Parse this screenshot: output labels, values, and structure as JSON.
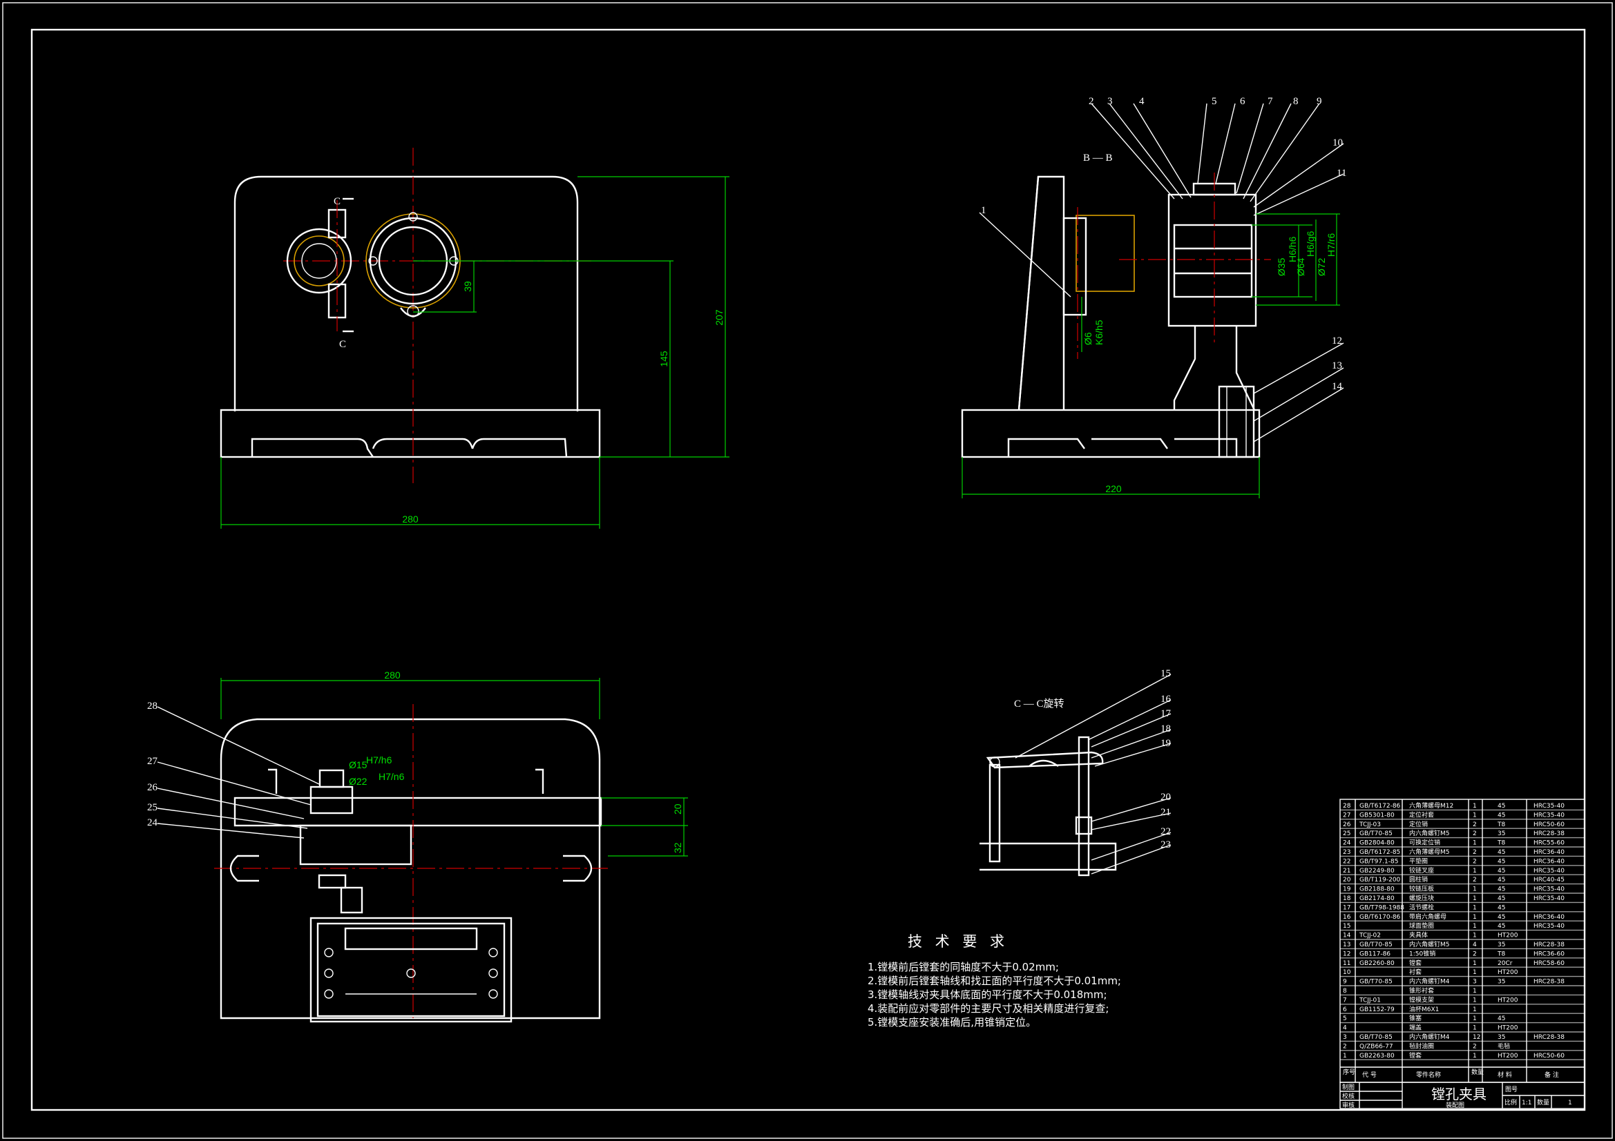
{
  "view_titles": {
    "bb": "B — B",
    "cc": "C — C旋转"
  },
  "cut_marks": {
    "c_top": "C",
    "c_bottom": "C"
  },
  "front_view": {
    "dims": {
      "width": "280",
      "height_total": "207",
      "height_center": "145",
      "offset": "39"
    }
  },
  "side_view": {
    "dims": {
      "width": "220",
      "d35": "Ø35",
      "d35_fit": "H6/h6",
      "d64": "Ø64",
      "d64_fit": "H6/g6",
      "d72": "Ø72",
      "d72_fit": "H7/r6",
      "d6": "Ø6",
      "d6_fit": "K6/h5"
    },
    "balloons": [
      "1",
      "2",
      "3",
      "4",
      "5",
      "6",
      "7",
      "8",
      "9",
      "10",
      "11",
      "12",
      "13",
      "14"
    ]
  },
  "top_view": {
    "dims": {
      "width": "280",
      "d15": "Ø15",
      "d15_fit": "H7/h6",
      "d22": "Ø22",
      "d22_fit": "H7/n6",
      "h20": "20",
      "h32": "32"
    },
    "balloons": [
      "24",
      "25",
      "26",
      "27",
      "28"
    ]
  },
  "cc_view": {
    "balloons": [
      "15",
      "16",
      "17",
      "18",
      "19",
      "20",
      "21",
      "22",
      "23"
    ]
  },
  "tech_requirements": {
    "title": "技 术 要 求",
    "items": [
      "1.镗模前后镗套的同轴度不大于0.02mm;",
      "2.镗模前后镗套轴线和找正面的平行度不大于0.01mm;",
      "3.镗模轴线对夹具体底面的平行度不大于0.018mm;",
      "4.装配前应对零部件的主要尺寸及相关精度进行复查;",
      "5.镗模支座安装准确后,用锥销定位。"
    ]
  },
  "bom": {
    "rows": [
      [
        "28",
        "GB/T6172-86",
        "六角薄螺母M12",
        "1",
        "45",
        "HRC35-40"
      ],
      [
        "27",
        "GB5301-80",
        "定位衬套",
        "1",
        "45",
        "HRC35-40"
      ],
      [
        "26",
        "TCJJ-03",
        "定位销",
        "2",
        "T8",
        "HRC50-60"
      ],
      [
        "25",
        "GB/T70-85",
        "内六角螺钉M5",
        "2",
        "35",
        "HRC28-38"
      ],
      [
        "24",
        "GB2804-80",
        "可换定位销",
        "1",
        "T8",
        "HRC55-60"
      ],
      [
        "23",
        "GB/T6172-85",
        "六角薄螺母M5",
        "2",
        "45",
        "HRC36-40"
      ],
      [
        "22",
        "GB/T97.1-85",
        "平垫圈",
        "2",
        "45",
        "HRC36-40"
      ],
      [
        "21",
        "GB2249-80",
        "铰链叉座",
        "1",
        "45",
        "HRC35-40"
      ],
      [
        "20",
        "GB/T119-200",
        "圆柱销",
        "2",
        "45",
        "HRC40-45"
      ],
      [
        "19",
        "GB2188-80",
        "铰链压板",
        "1",
        "45",
        "HRC35-40"
      ],
      [
        "18",
        "GB2174-80",
        "螺旋压块",
        "1",
        "45",
        "HRC35-40"
      ],
      [
        "17",
        "GB/T798-1988",
        "活节螺栓",
        "1",
        "45",
        ""
      ],
      [
        "16",
        "GB/T6170-86",
        "带肩六角螺母",
        "1",
        "45",
        "HRC36-40"
      ],
      [
        "15",
        "",
        "球面垫圈",
        "1",
        "45",
        "HRC35-40"
      ],
      [
        "14",
        "TCJJ-02",
        "夹具体",
        "1",
        "HT200",
        ""
      ],
      [
        "13",
        "GB/T70-85",
        "内六角螺钉M5",
        "4",
        "35",
        "HRC28-38"
      ],
      [
        "12",
        "GB117-86",
        "1:50锥销",
        "2",
        "T8",
        "HRC36-60"
      ],
      [
        "11",
        "GB2260-80",
        "镗套",
        "1",
        "20Cr",
        "HRC58-60"
      ],
      [
        "10",
        "",
        "衬套",
        "1",
        "HT200",
        ""
      ],
      [
        "9",
        "GB/T70-85",
        "内六角螺钉M4",
        "3",
        "35",
        "HRC28-38"
      ],
      [
        "8",
        "",
        "锥形衬套",
        "1",
        "",
        ""
      ],
      [
        "7",
        "TCJJ-01",
        "镗模支架",
        "1",
        "HT200",
        ""
      ],
      [
        "6",
        "GB1152-79",
        "油杯M6X1",
        "1",
        "",
        ""
      ],
      [
        "5",
        "",
        "锥塞",
        "1",
        "45",
        ""
      ],
      [
        "4",
        "",
        "端盖",
        "1",
        "HT200",
        ""
      ],
      [
        "3",
        "GB/T70-85",
        "内六角螺钉M4",
        "12",
        "35",
        "HRC28-38"
      ],
      [
        "2",
        "Q/ZB66-77",
        "毡封油圈",
        "2",
        "毛毡",
        ""
      ],
      [
        "1",
        "GB2263-80",
        "镗套",
        "1",
        "HT200",
        "HRC50-60"
      ]
    ],
    "header": {
      "no": "序号",
      "code": "代 号",
      "name": "零件名称",
      "qty": "数量",
      "material": "材 料",
      "note": "备 注"
    }
  },
  "title_block": {
    "drawing_name": "镗孔夹具",
    "sub": "装配图",
    "row_labels": [
      "制图",
      "校核",
      "审核"
    ],
    "figure_no_label": "图号",
    "scale_label": "比例",
    "scale": "1:1",
    "qty_label": "数量",
    "qty": "1"
  }
}
